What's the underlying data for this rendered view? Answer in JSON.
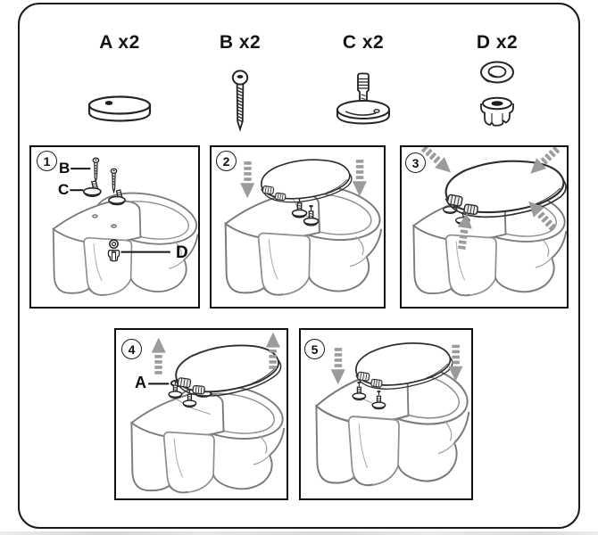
{
  "sheet": {
    "background": "#ffffff",
    "border_color": "#1a1a1a"
  },
  "parts_list": {
    "items": [
      {
        "letter": "A",
        "label": "A x2",
        "icon": "seat-cap-disc-icon"
      },
      {
        "letter": "B",
        "label": "B x2",
        "icon": "screw-icon"
      },
      {
        "letter": "C",
        "label": "C x2",
        "icon": "hinge-stud-base-icon"
      },
      {
        "letter": "D",
        "label": "D x2",
        "icon": "washer-and-nut-icon"
      }
    ]
  },
  "steps": [
    {
      "number": "1",
      "callouts": {
        "b": "B",
        "c": "C",
        "d": "D"
      }
    },
    {
      "number": "2",
      "arrows": [
        "down",
        "down"
      ]
    },
    {
      "number": "3",
      "arrows": [
        "down-right",
        "down-left",
        "up-left",
        "up"
      ]
    },
    {
      "number": "4",
      "arrows": [
        "up",
        "up"
      ],
      "callouts": {
        "a": "A"
      }
    },
    {
      "number": "5",
      "arrows": [
        "down",
        "down"
      ]
    }
  ],
  "colors": {
    "line_art_gray": "#7b7b7b",
    "dark_outline": "#2e2e2e",
    "arrow_gray": "#9b9b9b",
    "border_black": "#1a1a1a"
  }
}
